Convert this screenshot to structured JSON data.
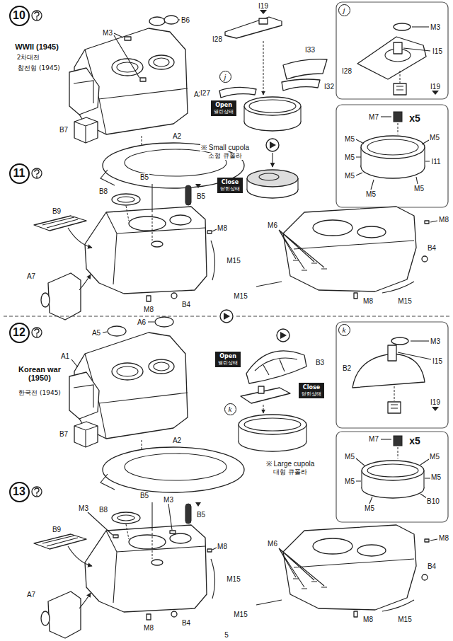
{
  "diagram": {
    "nodes": [
      {
        "text": [
          "10"
        ]
      },
      {
        "text": [
          "j"
        ]
      },
      {
        "text": [
          "j"
        ]
      },
      {
        "text": [
          "Open",
          "열린상태"
        ]
      },
      {
        "text": [
          "Close",
          "닫힌상태"
        ]
      },
      {
        "text": [
          "11"
        ]
      },
      {
        "text": [
          "12"
        ]
      },
      {
        "text": [
          "k"
        ]
      },
      {
        "text": [
          "Open",
          "열린상태"
        ]
      },
      {
        "text": [
          "Close",
          "닫힌상태"
        ]
      },
      {
        "text": [
          "k"
        ]
      },
      {
        "text": [
          "13"
        ]
      }
    ],
    "labels": [
      "WWII (1945)",
      "2차대전",
      "참전형 (1945)",
      "M3",
      "B6",
      "A3",
      "B7",
      "A2",
      "I19",
      "I28",
      "I33",
      "I32",
      "I27",
      "※ Small cupola",
      "소형 큐폴라",
      "M3",
      "I15",
      "I28",
      "I19",
      "M7",
      "x5",
      "M5",
      "M5",
      "M5",
      "M5",
      "M5",
      "M5",
      "I11",
      "B8",
      "B5",
      "B5",
      "B9",
      "A7",
      "M8",
      "M15",
      "M8",
      "B4",
      "M6",
      "M8",
      "B4",
      "M15",
      "M8",
      "M15",
      "Korean war (1950)",
      "한국전 (1945)",
      "A6",
      "A5",
      "A1",
      "B7",
      "A2",
      "B3",
      "※ Large cupola",
      "대형 큐폴라",
      "M3",
      "I15",
      "B2",
      "I19",
      "M7",
      "x5",
      "M5",
      "M5",
      "M5",
      "M5",
      "M5",
      "B10",
      "M3",
      "M3",
      "B8",
      "B5",
      "B5",
      "B9",
      "A7",
      "M8",
      "M15",
      "M8",
      "B4",
      "M6",
      "M8",
      "B4",
      "M15",
      "M8",
      "M15",
      "5"
    ]
  }
}
